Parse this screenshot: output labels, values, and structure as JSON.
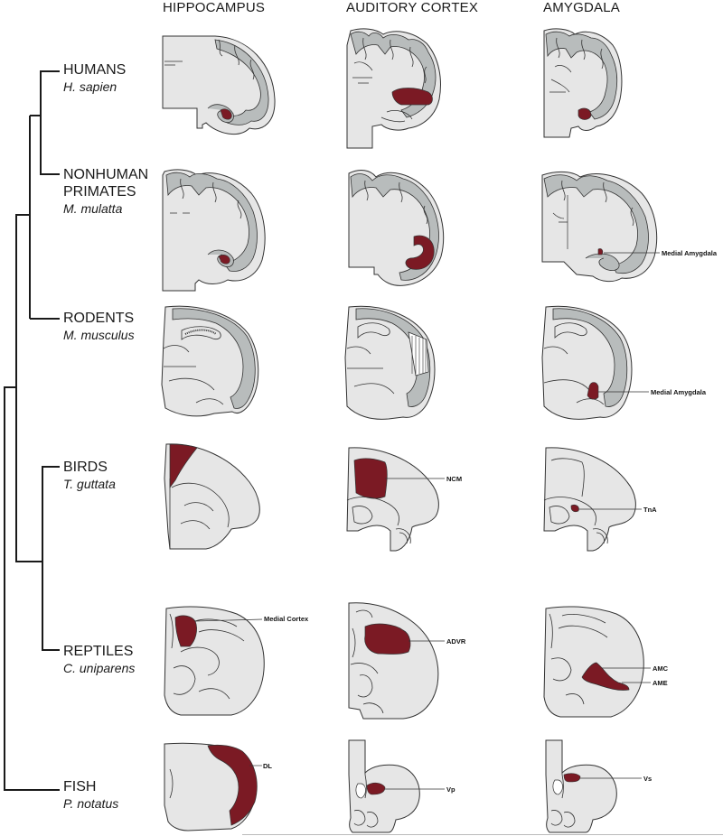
{
  "columns": [
    "HIPPOCAMPUS",
    "AUDITORY CORTEX",
    "AMYGDALA"
  ],
  "taxa": [
    {
      "name": "HUMANS",
      "species": "H. sapien"
    },
    {
      "name": "NONHUMAN PRIMATES",
      "species": "M. mulatta"
    },
    {
      "name": "RODENTS",
      "species": "M. musculus"
    },
    {
      "name": "BIRDS",
      "species": "T. guttata"
    },
    {
      "name": "REPTILES",
      "species": "C. uniparens"
    },
    {
      "name": "FISH",
      "species": "P. notatus"
    }
  ],
  "labels": {
    "primate_amygdala": "Medial Amygdala",
    "rodent_amygdala": "Medial Amygdala",
    "bird_auditory": "NCM",
    "bird_amygdala": "TnA",
    "reptile_hippocampus": "Medial Cortex",
    "reptile_auditory": "ADVR",
    "reptile_amygdala_1": "AMC",
    "reptile_amygdala_2": "AME",
    "fish_hippocampus": "DL",
    "fish_auditory": "Vp",
    "fish_amygdala": "Vs"
  },
  "colors": {
    "highlight": "#7b1a24",
    "tissue": "#e6e6e6",
    "cortex": "#b8bcbc",
    "outline": "#333333"
  }
}
